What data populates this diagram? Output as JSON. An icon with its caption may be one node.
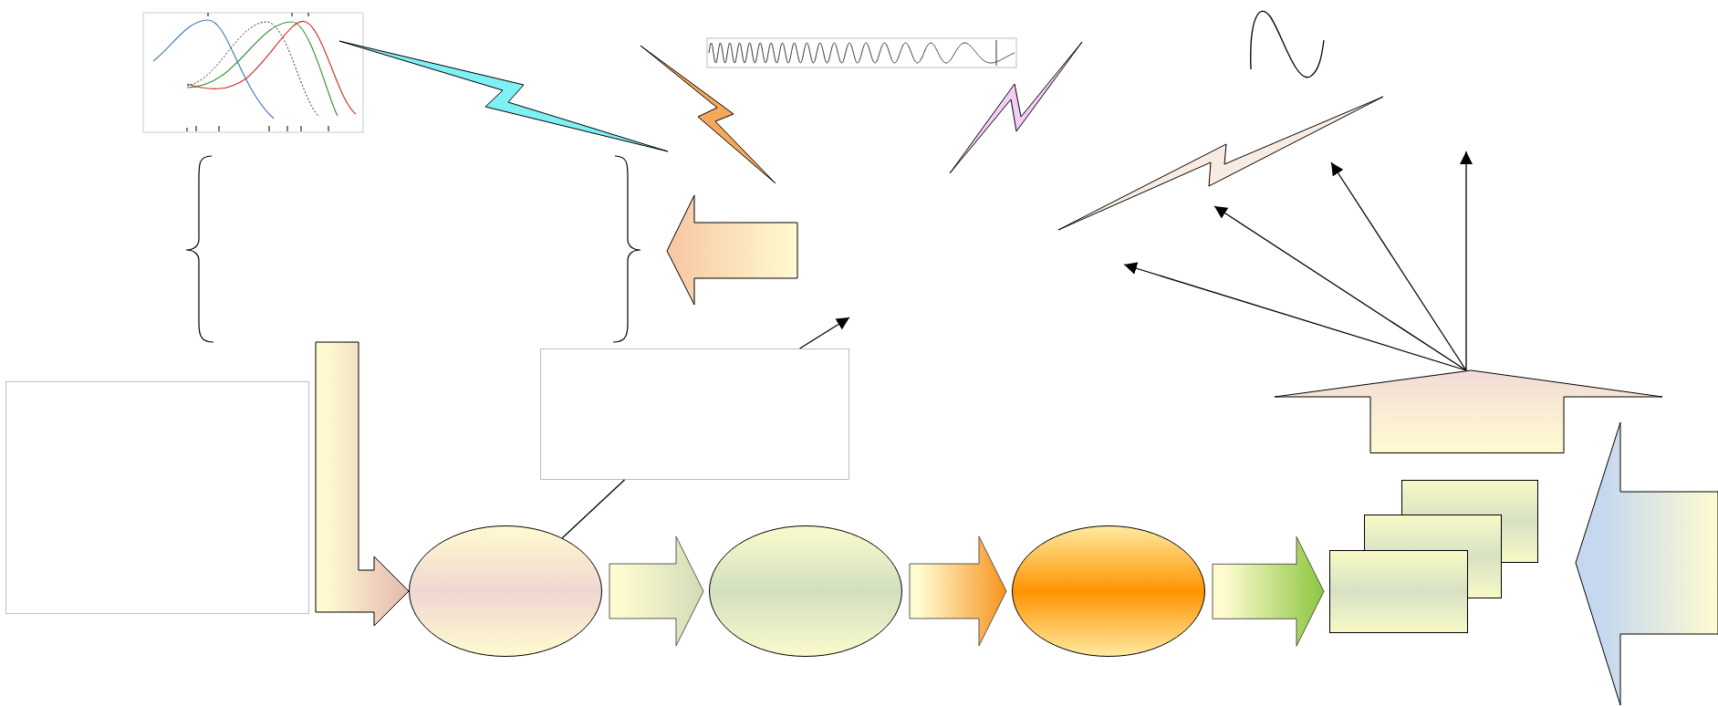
{
  "diagram": {
    "nodes": [
      {
        "text": [],
        "shape": "box"
      },
      {
        "text": [],
        "shape": "arrow"
      },
      {
        "text": [],
        "shape": "box"
      },
      {
        "text": [],
        "shape": "ellipse"
      },
      {
        "text": [],
        "shape": "ellipse"
      },
      {
        "text": [],
        "shape": "ellipse"
      },
      {
        "text": [],
        "shape": "box"
      },
      {
        "text": [],
        "shape": "box"
      },
      {
        "text": [],
        "shape": "box"
      }
    ],
    "edges": [
      {
        "from": 0,
        "to": 3,
        "arrow": "none"
      },
      {
        "from": 0,
        "to": null,
        "arrow": "to"
      },
      {
        "from": 1,
        "to": null,
        "arrow": "to"
      },
      {
        "from": 1,
        "to": null,
        "arrow": "to"
      },
      {
        "from": 1,
        "to": null,
        "arrow": "to"
      },
      {
        "from": 1,
        "to": null,
        "arrow": "to"
      },
      {
        "from": null,
        "to": 3,
        "arrow": "to",
        "style": "thick",
        "color": "#e4b8b0"
      },
      {
        "from": 3,
        "to": 4,
        "arrow": "to",
        "style": "thick",
        "color": "#d2dcb8"
      },
      {
        "from": 4,
        "to": 5,
        "arrow": "to",
        "style": "thick",
        "color": "#f7931e"
      },
      {
        "from": 5,
        "to": 8,
        "arrow": "to",
        "style": "thick",
        "color": "#8cc63f"
      }
    ]
  }
}
